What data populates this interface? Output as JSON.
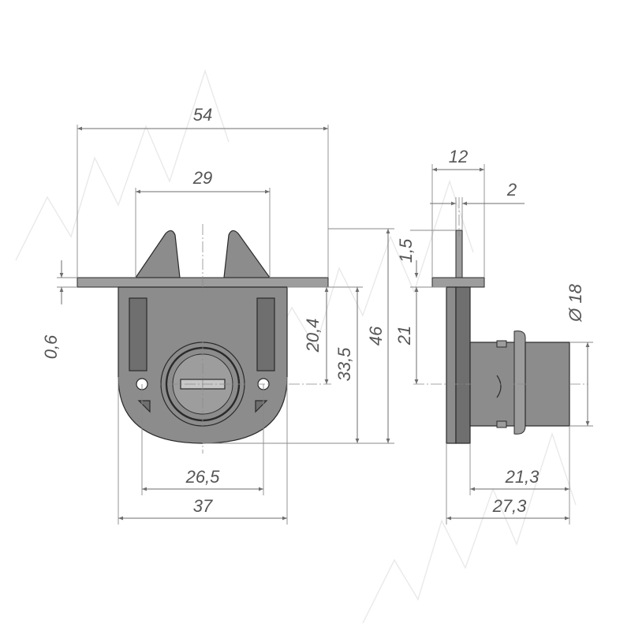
{
  "colors": {
    "part_fill": "#8c8c8c",
    "part_stroke": "#2a2a2a",
    "dimension_line": "#6e6e6e",
    "dimension_text": "#555555",
    "background": "#ffffff",
    "watermark": "#e9e9e9"
  },
  "front_view": {
    "dims": {
      "overall_width": "54",
      "latch_span": "29",
      "plate_thickness": "0,6",
      "key_center_height": "20,4",
      "pin_height": "33,5",
      "overall_height": "46",
      "pin_spacing": "26,5",
      "body_width": "37"
    }
  },
  "side_view": {
    "dims": {
      "top_width": "12",
      "pin_width": "2",
      "pin_length": "1,5",
      "cylinder_offset": "21",
      "cylinder_diameter": "Ø 18",
      "cylinder_depth": "21,3",
      "overall_depth": "27,3"
    }
  }
}
